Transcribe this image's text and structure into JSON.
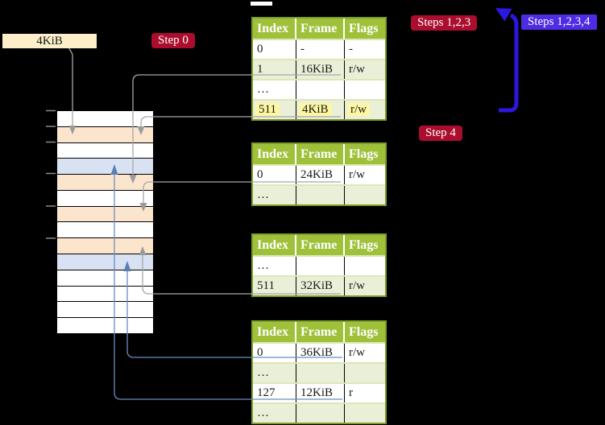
{
  "frame_label": {
    "text": "4KiB"
  },
  "badges": {
    "step0": {
      "text": "Step 0"
    },
    "steps123": {
      "text": "Steps 1,2,3"
    },
    "steps1234": {
      "text": "Steps 1,2,3,4"
    },
    "step4": {
      "text": "Step 4"
    }
  },
  "tables": [
    {
      "name": "page-table-level-4",
      "columns": [
        "Index",
        "Frame",
        "Flags"
      ],
      "rows": [
        [
          "0",
          "-",
          "-"
        ],
        [
          "1",
          "16KiB",
          "r/w"
        ],
        [
          "…",
          "",
          ""
        ],
        [
          "511",
          "4KiB",
          "r/w"
        ]
      ],
      "highlight_row": 3
    },
    {
      "name": "page-table-level-3",
      "columns": [
        "Index",
        "Frame",
        "Flags"
      ],
      "rows": [
        [
          "0",
          "24KiB",
          "r/w"
        ],
        [
          "…",
          "",
          ""
        ]
      ],
      "highlight_row": -1
    },
    {
      "name": "page-table-level-2",
      "columns": [
        "Index",
        "Frame",
        "Flags"
      ],
      "rows": [
        [
          "…",
          "",
          ""
        ],
        [
          "511",
          "32KiB",
          "r/w"
        ]
      ],
      "highlight_row": -1
    },
    {
      "name": "page-table-level-1",
      "columns": [
        "Index",
        "Frame",
        "Flags"
      ],
      "rows": [
        [
          "0",
          "36KiB",
          "r/w"
        ],
        [
          "…",
          "",
          ""
        ],
        [
          "127",
          "12KiB",
          "r"
        ],
        [
          "…",
          "",
          ""
        ]
      ],
      "highlight_row": -1
    }
  ],
  "memory_stack": {
    "rows": [
      "white",
      "peach",
      "white",
      "blue",
      "peach",
      "white",
      "peach",
      "white",
      "peach",
      "blue",
      "white",
      "white",
      "white",
      "white"
    ]
  },
  "colors": {
    "table_header_green": "#9fc13a",
    "table_border_olive": "#7e9c2c",
    "table_row_alt": "#eaf0d8",
    "highlight_yellow": "#fdf6a2",
    "frame_box_wheat": "#fcefc9",
    "stack_peach": "#fce5cd",
    "stack_blue": "#d9e2f3",
    "badge_red": "#ab0d2e",
    "badge_blue": "#4e2ce4",
    "connector_gray": "#a7a7a7",
    "connector_steelblue": "#6b8cbf",
    "loop_arrow_blue": "#2c17e0"
  }
}
